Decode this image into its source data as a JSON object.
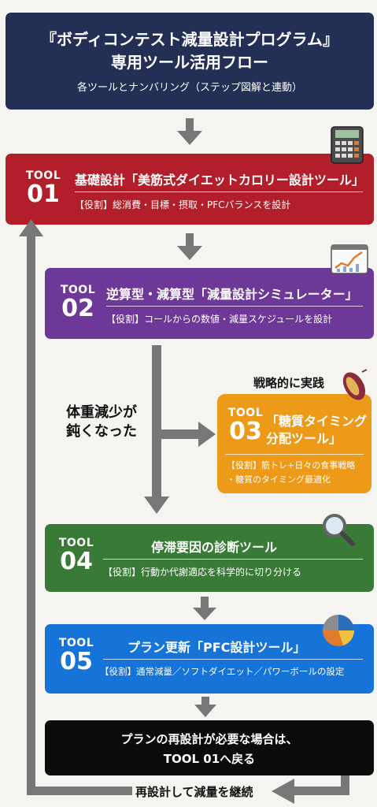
{
  "header": {
    "line1": "『ボディコンテスト減量設計プログラム』",
    "line2": "専用ツール活用フロー",
    "line3": "各ツールとナンバリング（ステップ図解と連動）"
  },
  "tools": [
    {
      "label": "TOOL",
      "number": "01",
      "title": "基礎設計「美筋式ダイエットカロリー設計ツール」",
      "role": "【役割】総消費・目標・摂取・PFCバランスを設計",
      "color": "#b21e2a",
      "icon": "calculator-icon"
    },
    {
      "label": "TOOL",
      "number": "02",
      "title": "逆算型・減算型「減量設計シミュレーター」",
      "role": "【役割】コールからの数値・減量スケジュールを設計",
      "color": "#6d3897",
      "icon": "line-chart-icon"
    },
    {
      "label": "TOOL",
      "number": "03",
      "title_line1": "「糖質タイミング",
      "title_line2": "分配ツール」",
      "role_line1": "【役割】筋トレ+日々の食事戦略",
      "role_line2": "・糖質のタイミング最適化",
      "color": "#ec9a18",
      "icon": "sweet-potato-icon"
    },
    {
      "label": "TOOL",
      "number": "04",
      "title": "停滞要因の診断ツール",
      "role": "【役割】行動か代謝適応を科学的に切り分ける",
      "color": "#397a36",
      "icon": "magnifier-icon"
    },
    {
      "label": "TOOL",
      "number": "05",
      "title": "プラン更新「PFC設計ツール」",
      "role": "【役割】通常減量／ソフトダイエット／パワーボールの設定",
      "color": "#1673d8",
      "icon": "pie-chart-icon"
    }
  ],
  "annotations": {
    "strategic": "戦略的に実践",
    "weight_slow_line1": "体重減少が",
    "weight_slow_line2": "鈍くなった",
    "loop_back": "再設計して減量を継続"
  },
  "final_box": {
    "line1": "プランの再設計が必要な場合は、",
    "line2": "TOOL 01へ戻る"
  }
}
